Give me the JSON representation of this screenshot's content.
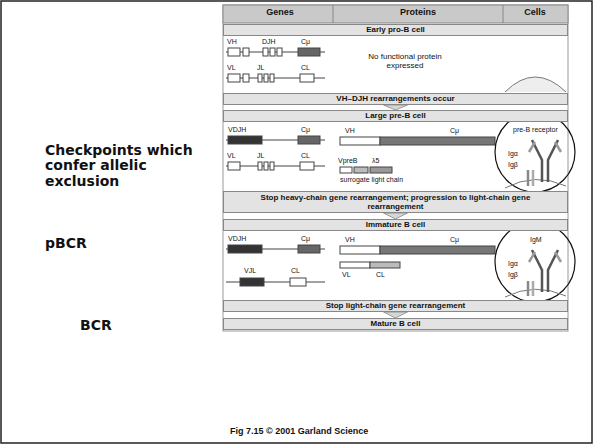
{
  "diagram": {
    "caption": "Fig 7.15 © 2001 Garland Science",
    "nodes": [
      {
        "text": [
          "Early pro-B cell"
        ]
      },
      {
        "text": [
          "VH–DJH rearrangements occur"
        ]
      },
      {
        "text": [
          "Large pre-B cell"
        ]
      },
      {
        "text": [
          "Stop heavy-chain gene rearrangement; progression to light-chain gene rearrangement"
        ]
      },
      {
        "text": [
          "Immature B cell"
        ]
      },
      {
        "text": [
          "Stop light-chain gene rearrangement"
        ]
      },
      {
        "text": [
          "Mature B cell"
        ]
      }
    ],
    "edges": [
      {
        "from": 1,
        "to": 2,
        "arrow": "to"
      },
      {
        "from": 3,
        "to": 4,
        "arrow": "to"
      },
      {
        "from": 5,
        "to": 6,
        "arrow": "to"
      }
    ],
    "labels": [
      "Checkpoints which confer allelic exclusion",
      "pBCR",
      "BCR",
      "Genes",
      "Proteins",
      "Cells",
      "VH",
      "DJH",
      "Cμ",
      "VL",
      "JL",
      "CL",
      "No functional protein expressed",
      "VDJH",
      "Cμ",
      "VL",
      "JL",
      "CL",
      "VH",
      "Cμ",
      "VpreB",
      "λ5",
      "surrogate light chain",
      "pre-B receptor",
      "Igα",
      "Igβ",
      "VDJH",
      "Cμ",
      "VJL",
      "CL",
      "VH",
      "Cμ",
      "VL",
      "CL",
      "IgM",
      "Igα",
      "Igβ"
    ]
  }
}
